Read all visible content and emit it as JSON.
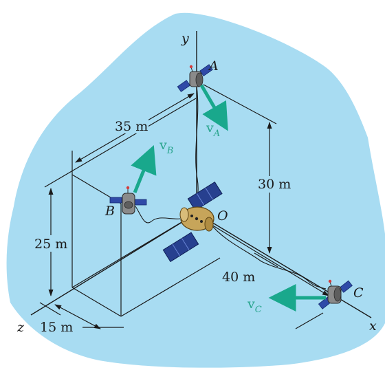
{
  "colors": {
    "background_blob": "#a8dcf2",
    "velocity_arrow": "#19a88c",
    "line": "#1a1a1a",
    "satellite_body": "#8a8a8a",
    "solar_panel": "#2f4aa8",
    "station_body": "#c7a55a",
    "station_panel": "#27408f"
  },
  "axes": {
    "x": "x",
    "y": "y",
    "z": "z"
  },
  "points": {
    "A": "A",
    "B": "B",
    "C": "C",
    "O": "O"
  },
  "velocities": {
    "A": {
      "base": "v",
      "sub": "A"
    },
    "B": {
      "base": "v",
      "sub": "B"
    },
    "C": {
      "base": "v",
      "sub": "C"
    }
  },
  "dimensions": {
    "d35": "35 m",
    "d30": "30 m",
    "d25": "25 m",
    "d40": "40 m",
    "d15": "15 m"
  },
  "icons": [
    "satellite-a-icon",
    "satellite-b-icon",
    "satellite-c-icon",
    "space-station-icon"
  ]
}
